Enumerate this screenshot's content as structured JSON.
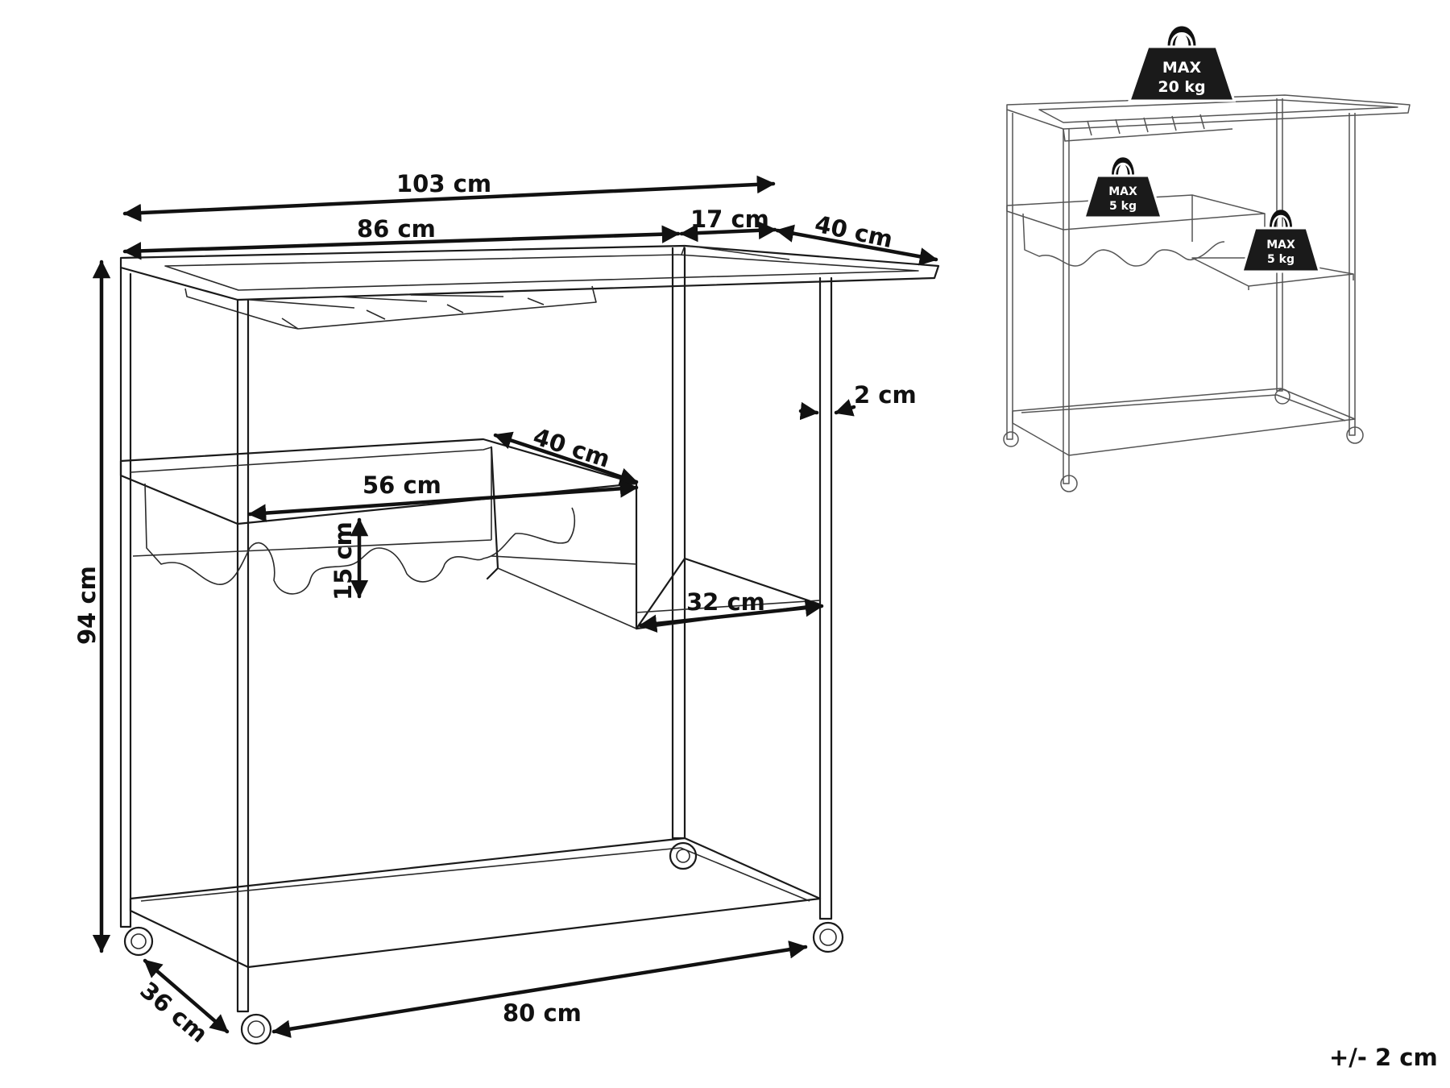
{
  "dimensions": {
    "total_width": "103 cm",
    "top_main_width": "86 cm",
    "top_side_width": "17 cm",
    "depth_top": "40 cm",
    "height": "94 cm",
    "tube_width": "2 cm",
    "middle_depth": "40 cm",
    "middle_width": "56 cm",
    "rack_height": "15 cm",
    "side_shelf_width": "32 cm",
    "base_depth": "36 cm",
    "base_width": "80 cm"
  },
  "weights": {
    "top": {
      "line1": "MAX",
      "line2": "20 kg"
    },
    "middle": {
      "line1": "MAX",
      "line2": "5 kg"
    },
    "side": {
      "line1": "MAX",
      "line2": "5 kg"
    }
  },
  "tolerance": "+/- 2 cm"
}
